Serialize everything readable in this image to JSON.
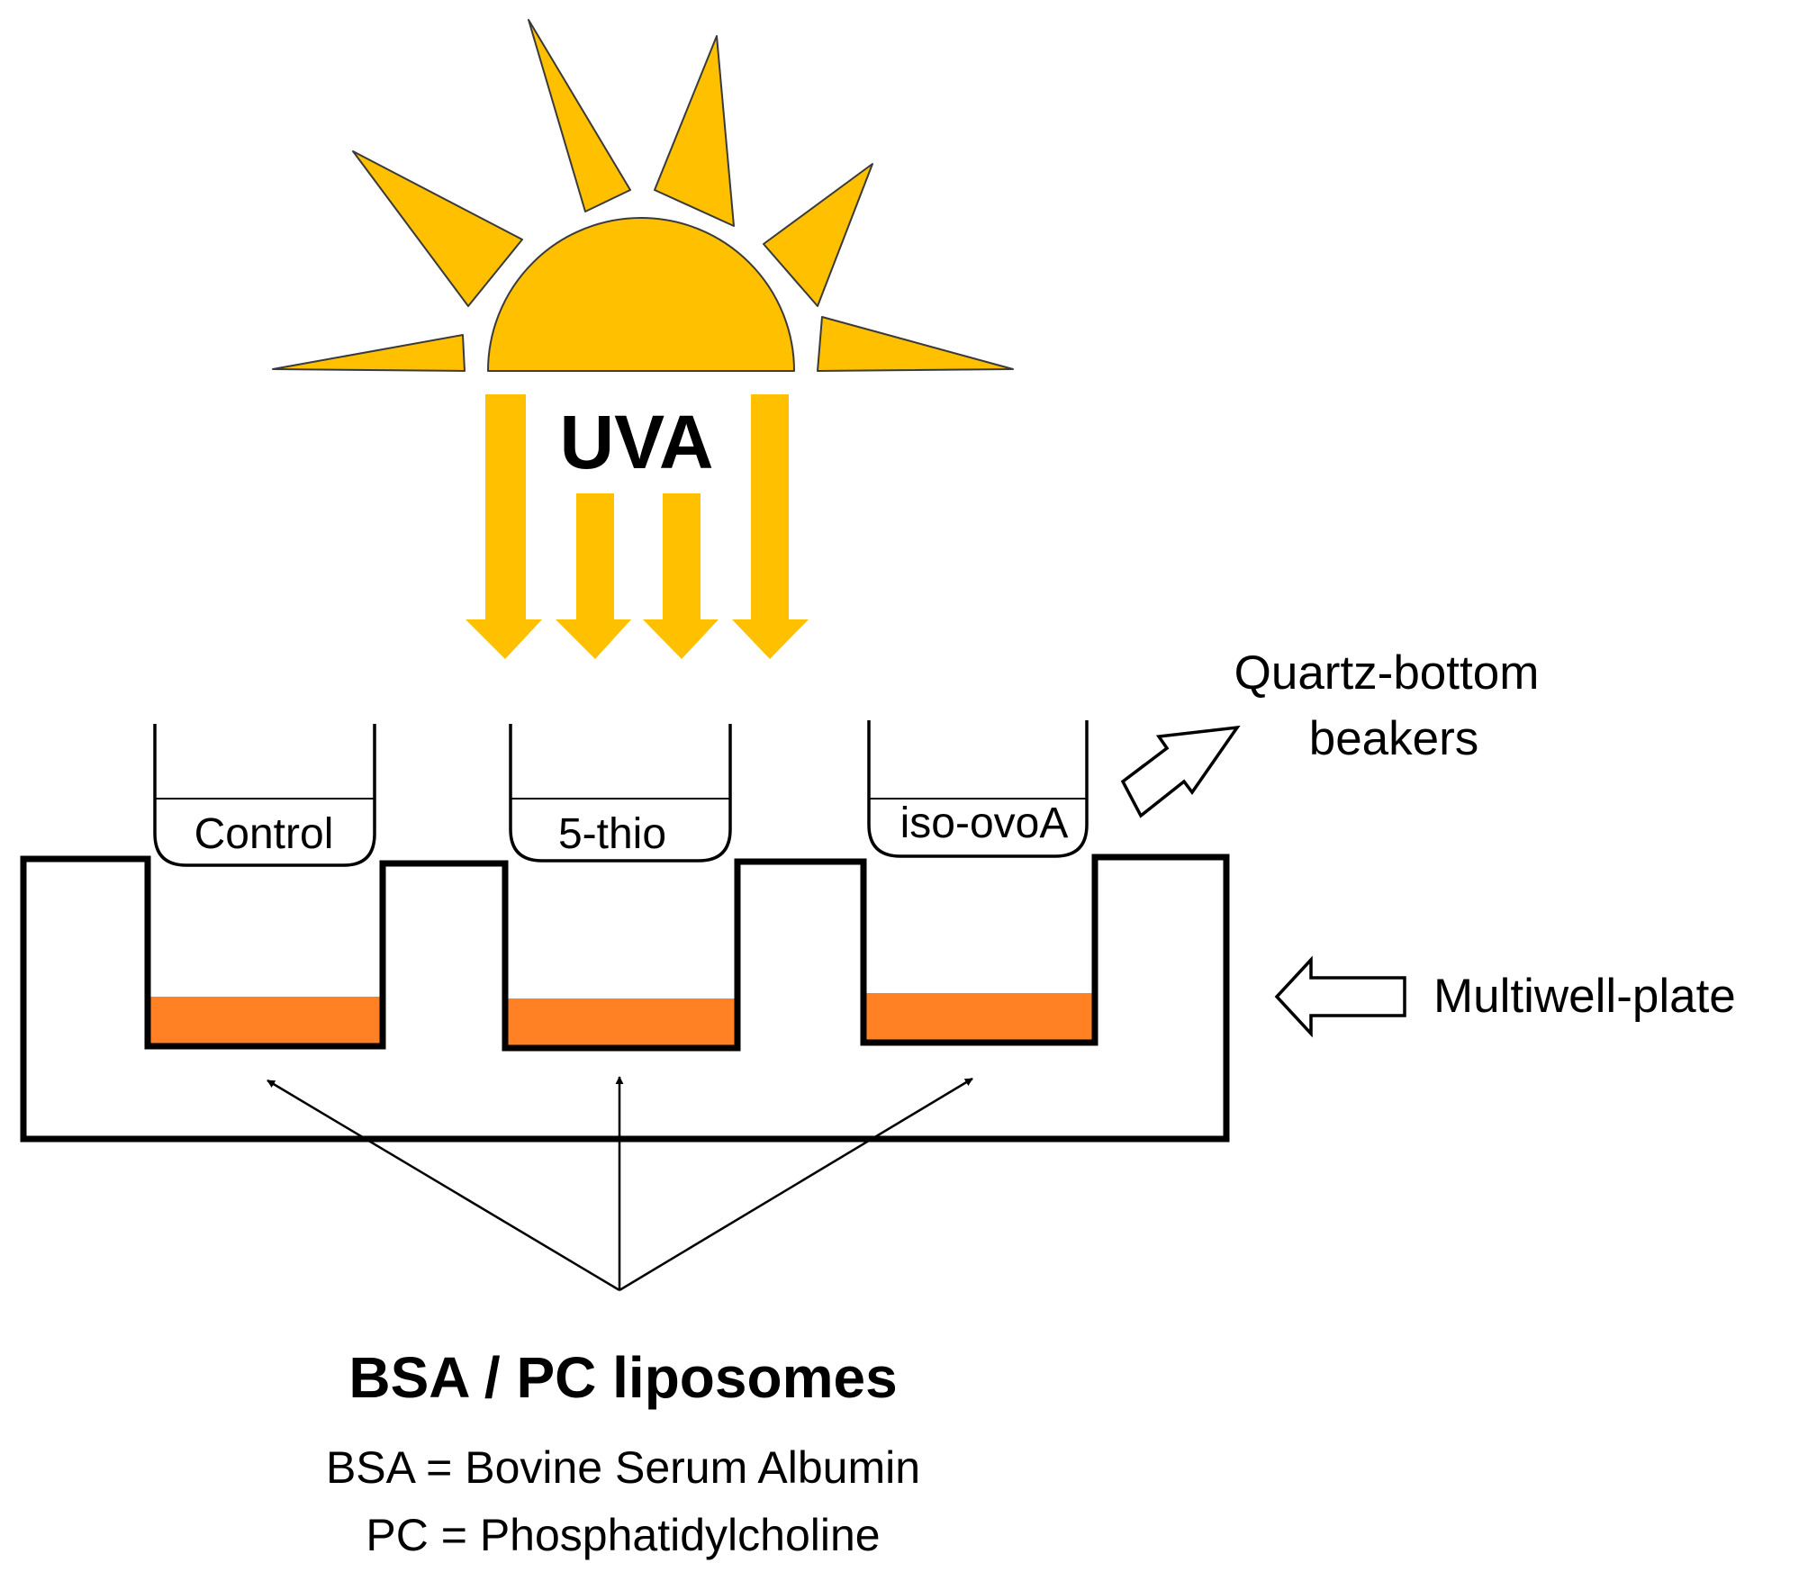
{
  "colors": {
    "sun": "#FFC000",
    "sun_outline": "#3a3a3a",
    "uv_arrow": "#FFC000",
    "liquid": "#FF8124",
    "line": "#000000",
    "background": "#FFFFFF"
  },
  "uv_label": "UVA",
  "beakers": [
    {
      "label": "Control"
    },
    {
      "label": "5-thio"
    },
    {
      "label": "iso-ovoA"
    }
  ],
  "quartz_label": {
    "line1": "Quartz-bottom",
    "line2": "beakers"
  },
  "plate_label": "Multiwell-plate",
  "sample_title": "BSA / PC liposomes",
  "definitions": {
    "bsa": "BSA = Bovine Serum Albumin",
    "pc": "PC = Phosphatidylcholine"
  }
}
